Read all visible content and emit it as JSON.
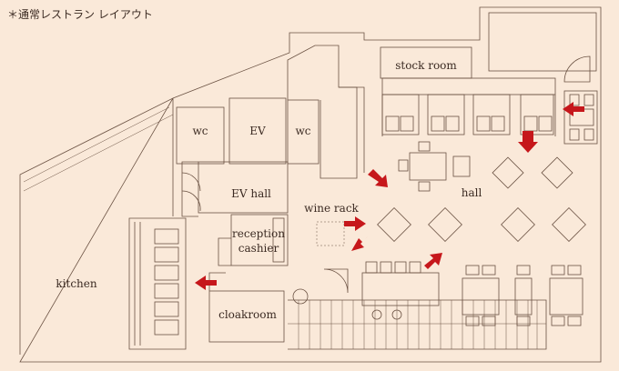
{
  "title": "＊通常レストラン レイアウト",
  "rooms": {
    "stock_room": "stock room",
    "wc1": "wc",
    "ev": "EV",
    "wc2": "wc",
    "ev_hall": "EV hall",
    "hall": "hall",
    "wine_rack": "wine rack",
    "reception_line1": "reception",
    "reception_line2": "cashier",
    "kitchen": "kitchen",
    "cloakroom": "cloakroom"
  },
  "colors": {
    "background": "#fae9d9",
    "line": "#6b5243",
    "arrow": "#c6171b"
  }
}
